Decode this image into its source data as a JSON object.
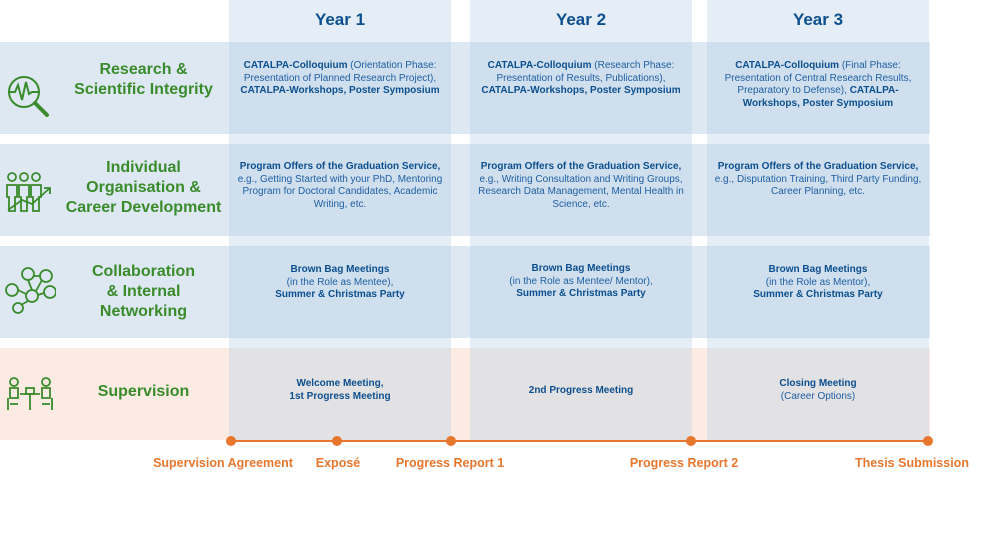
{
  "years": [
    "Year 1",
    "Year 2",
    "Year 3"
  ],
  "rows": [
    {
      "title_lines": [
        "Research &",
        "Scientific Integrity"
      ],
      "icon": "research-magnifier-icon",
      "cells": [
        [
          {
            "b": "CATALPA-Colloquium",
            "t": " (Orientation Phase: Presentation of Planned Research Project),"
          },
          {
            "b": "CATALPA-Workshops, Poster Symposium",
            "t": ""
          }
        ],
        [
          {
            "b": "CATALPA-Colloquium",
            "t": " (Research Phase: Presentation of Results, Publications),"
          },
          {
            "b": "CATALPA-Workshops, Poster Symposium",
            "t": ""
          }
        ],
        [
          {
            "b": "CATALPA-Colloquium",
            "t": " (Final Phase: Presentation of Central Research Results, Preparatory to Defense),"
          },
          {
            "b": "CATALPA-Workshops, Poster Symposium",
            "t": ""
          }
        ]
      ]
    },
    {
      "title_lines": [
        "Individual",
        "Organisation &",
        "Career Development"
      ],
      "icon": "career-growth-icon",
      "cells": [
        [
          {
            "b": "Program Offers of the Graduation Service,",
            "t": ""
          },
          {
            "b": "",
            "t": "e.g., Getting Started with your PhD, Mentoring Program for Doctoral Candidates, Academic Writing, etc."
          }
        ],
        [
          {
            "b": "Program Offers of the Graduation Service,",
            "t": ""
          },
          {
            "b": "",
            "t": "e.g., Writing Consultation and Writing Groups, Research Data Management, Mental Health in Science, etc."
          }
        ],
        [
          {
            "b": "Program Offers of the Graduation Service,",
            "t": ""
          },
          {
            "b": "",
            "t": "e.g., Disputation Training, Third Party Funding, Career Planning, etc."
          }
        ]
      ]
    },
    {
      "title_lines": [
        "Collaboration",
        "& Internal",
        "Networking"
      ],
      "icon": "network-icon",
      "cells": [
        [
          {
            "b": "Brown Bag Meetings",
            "t": ""
          },
          {
            "b": "",
            "t": "(in the Role as Mentee),"
          },
          {
            "b": "Summer & Christmas Party",
            "t": ""
          }
        ],
        [
          {
            "b": "Brown Bag Meetings",
            "t": ""
          },
          {
            "b": "",
            "t": "(in the Role as Mentee/ Mentor),"
          },
          {
            "b": "Summer & Christmas Party",
            "t": ""
          }
        ],
        [
          {
            "b": "Brown Bag Meetings",
            "t": ""
          },
          {
            "b": "",
            "t": "(in the Role as Mentor),"
          },
          {
            "b": "Summer & Christmas Party",
            "t": ""
          }
        ]
      ]
    },
    {
      "title_lines": [
        "Supervision"
      ],
      "icon": "meeting-table-icon",
      "cells": [
        [
          {
            "b": "Welcome Meeting,",
            "t": ""
          },
          {
            "b": "1st Progress Meeting",
            "t": ""
          }
        ],
        [
          {
            "b": "2nd Progress Meeting",
            "t": ""
          }
        ],
        [
          {
            "b": "Closing Meeting",
            "t": ""
          },
          {
            "b": "",
            "t": "(Career Options)"
          }
        ]
      ]
    }
  ],
  "milestones": [
    "Supervision Agreement",
    "Exposé",
    "Progress Report 1",
    "Progress Report 2",
    "Thesis Submission"
  ],
  "colors": {
    "title_blue": "#0c4f8e",
    "row_green": "#3a8b2b",
    "milestone_orange": "#e8772e",
    "row_blue_bg": "#dde8f3",
    "row_peach_bg": "#fbebe2"
  }
}
